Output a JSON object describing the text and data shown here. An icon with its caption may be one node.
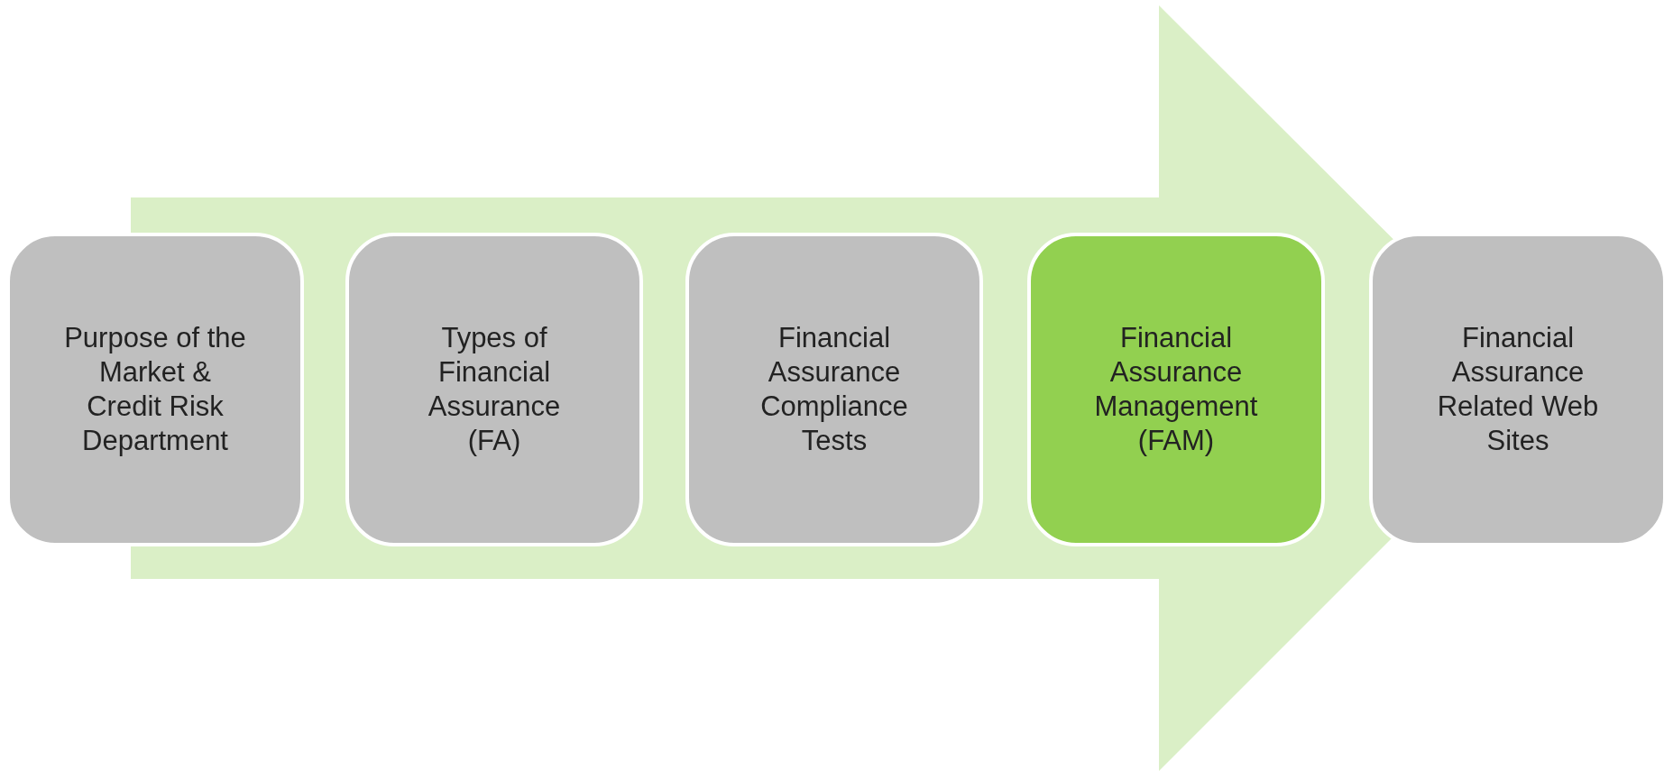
{
  "diagram": {
    "nodes": [
      {
        "text": [
          "Purpose of the Market & Credit Risk Department"
        ]
      },
      {
        "text": [
          "Types of Financial Assurance (FA)"
        ]
      },
      {
        "text": [
          "Financial Assurance Compliance Tests"
        ]
      },
      {
        "text": [
          "Financial Assurance Management (FAM)"
        ]
      },
      {
        "text": [
          "Financial Assurance Related Web Sites"
        ]
      }
    ],
    "edges": [
      {
        "from": 0,
        "to": 4,
        "arrow": "to"
      }
    ]
  }
}
